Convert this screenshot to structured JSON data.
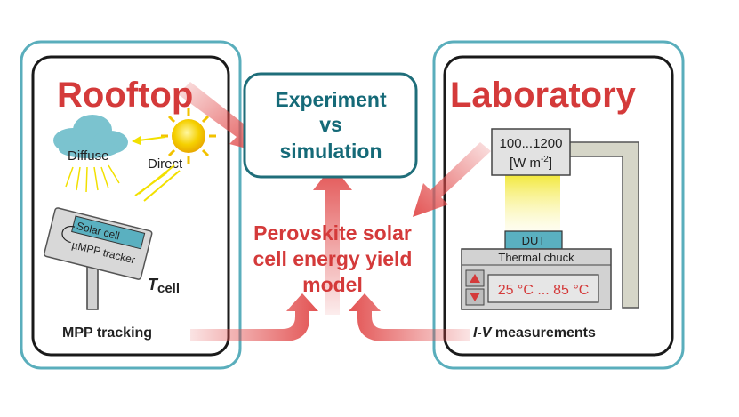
{
  "rooftop": {
    "title": "Rooftop",
    "diffuse": "Diffuse",
    "direct": "Direct",
    "solar_cell": "Solar cell",
    "tracker": "µMPP tracker",
    "tcell_main": "T",
    "tcell_sub": "cell",
    "mpp_tracking": "MPP tracking"
  },
  "laboratory": {
    "title": "Laboratory",
    "irradiance_range": "100...1200",
    "irradiance_unit_pre": "[W m",
    "irradiance_unit_sup": "-2",
    "irradiance_unit_post": "]",
    "dut": "DUT",
    "thermal_chuck": "Thermal chuck",
    "temperature_range": "25 °C ... 85 °C",
    "iv_italic": "I-V",
    "iv_rest": " measurements"
  },
  "experiment": {
    "line1": "Experiment",
    "line2": "vs",
    "line3": "simulation"
  },
  "model": {
    "line1": "Perovskite solar",
    "line2": "cell energy yield",
    "line3": "model"
  },
  "colors": {
    "frame": "#5aaebc",
    "red_title": "#d43a3a",
    "teal_text": "#156a78",
    "arrow": "#e14a4a",
    "chuck_fill": "#d2d2d2",
    "dut_fill": "#5ab0c0"
  }
}
